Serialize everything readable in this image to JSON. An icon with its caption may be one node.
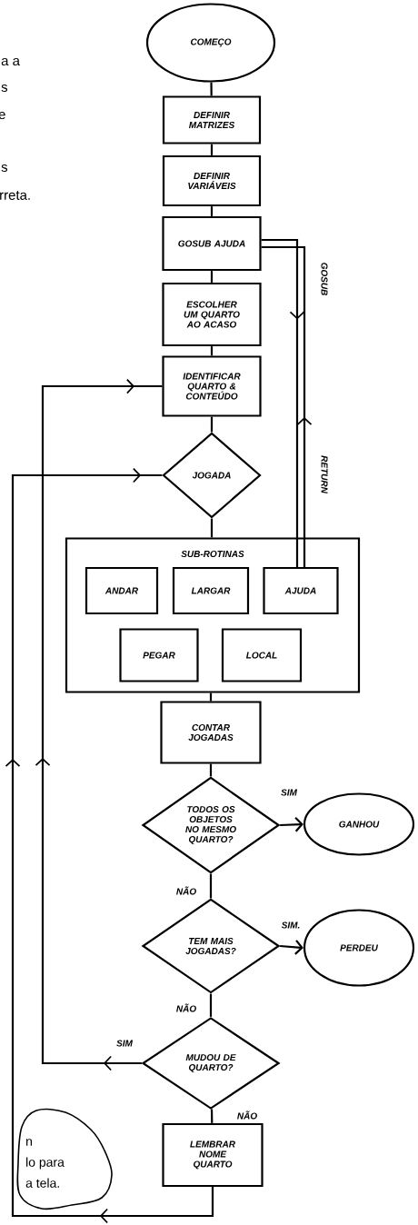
{
  "diagram": {
    "nodes": [
      {
        "text": [
          "COMEÇO"
        ]
      },
      {
        "text": [
          "DEFINIR MATRIZES"
        ]
      },
      {
        "text": [
          "DEFINIR VARIÁVEIS"
        ]
      },
      {
        "text": [
          "GOSUB AJUDA"
        ]
      },
      {
        "text": [
          "ESCOLHER UM QUARTO AO ACASO"
        ]
      },
      {
        "text": [
          "IDENTIFICAR QUARTO & CONTEÚDO"
        ]
      },
      {
        "text": [
          "JOGADA"
        ]
      },
      {
        "text": [
          "SUB-ROTINAS"
        ]
      },
      {
        "text": [
          "ANDAR"
        ],
        "in": 7
      },
      {
        "text": [
          "LARGAR"
        ],
        "in": 7
      },
      {
        "text": [
          "AJUDA"
        ],
        "in": 7
      },
      {
        "text": [
          "PEGAR"
        ],
        "in": 7
      },
      {
        "text": [
          "LOCAL"
        ],
        "in": 7
      },
      {
        "text": [
          "CONTAR JOGADAS"
        ]
      },
      {
        "text": [
          "TODOS OS OBJETOS NO MESMO QUARTO?"
        ]
      },
      {
        "text": [
          "GANHOU"
        ]
      },
      {
        "text": [
          "TEM MAIS JOGADAS?"
        ]
      },
      {
        "text": [
          "PERDEU"
        ]
      },
      {
        "text": [
          "MUDOU DE QUARTO?"
        ]
      },
      {
        "text": [
          "LEMBRAR NOME QUARTO"
        ]
      },
      {
        "text": [
          "n",
          "lo para",
          "a tela."
        ]
      }
    ],
    "edges": [
      {
        "from": 0,
        "to": 1,
        "arrow": "none"
      },
      {
        "from": 1,
        "to": 2,
        "arrow": "none"
      },
      {
        "from": 2,
        "to": 3,
        "arrow": "none"
      },
      {
        "from": 3,
        "to": 4,
        "arrow": "none"
      },
      {
        "from": 4,
        "to": 5,
        "arrow": "none"
      },
      {
        "from": 5,
        "to": 6,
        "arrow": "none"
      },
      {
        "from": 6,
        "to": 7,
        "arrow": "none"
      },
      {
        "from": 7,
        "to": 13,
        "arrow": "none"
      },
      {
        "from": 13,
        "to": 14,
        "arrow": "none"
      },
      {
        "from": 14,
        "to": 15,
        "arrow": "to",
        "label": "SIM"
      },
      {
        "from": 14,
        "to": 16,
        "arrow": "none",
        "label": "NÃO"
      },
      {
        "from": 16,
        "to": 17,
        "arrow": "to",
        "label": "SIM."
      },
      {
        "from": 16,
        "to": 18,
        "arrow": "none",
        "label": "NÃO"
      },
      {
        "from": 18,
        "to": 19,
        "arrow": "none",
        "label": "NÃO"
      },
      {
        "from": 18,
        "to": 5,
        "arrow": "to",
        "label": "SIM"
      },
      {
        "from": 19,
        "to": 6,
        "arrow": "to"
      },
      {
        "from": 3,
        "to": 10,
        "arrow": "to",
        "label": "GOSUB"
      },
      {
        "from": 10,
        "to": 3,
        "arrow": "to",
        "label": "RETURN"
      }
    ],
    "labels": [
      "a a",
      "s",
      "e",
      "s",
      "rreta."
    ]
  }
}
